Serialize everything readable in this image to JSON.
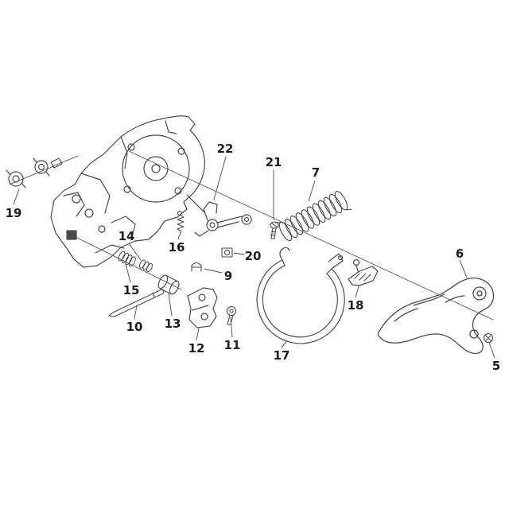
{
  "diagram": {
    "type": "exploded-parts-diagram",
    "background_color": "#ffffff",
    "line_color": "#4a4a4a",
    "label_color": "#1c1c1c",
    "parts": [
      {
        "number": "19"
      },
      {
        "number": "22"
      },
      {
        "number": "21"
      },
      {
        "number": "7"
      },
      {
        "number": "16"
      },
      {
        "number": "14"
      },
      {
        "number": "20"
      },
      {
        "number": "9"
      },
      {
        "number": "15"
      },
      {
        "number": "13"
      },
      {
        "number": "10"
      },
      {
        "number": "12"
      },
      {
        "number": "11"
      },
      {
        "number": "17"
      },
      {
        "number": "18"
      },
      {
        "number": "6"
      },
      {
        "number": "5"
      }
    ]
  }
}
